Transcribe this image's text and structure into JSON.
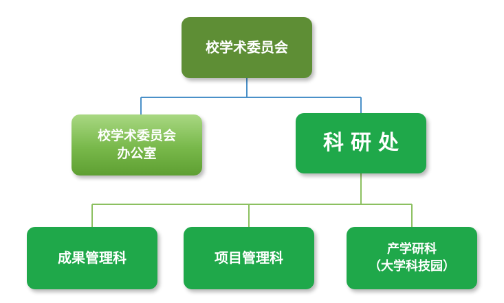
{
  "nodes": {
    "root": {
      "lines": [
        "校学术委员会"
      ]
    },
    "office": {
      "lines": [
        "校学术委员会",
        "办公室"
      ]
    },
    "research": {
      "lines": [
        "科研处"
      ]
    },
    "achievement": {
      "lines": [
        "成果管理科"
      ]
    },
    "project": {
      "lines": [
        "项目管理科"
      ]
    },
    "industry": {
      "lines": [
        "产学研科",
        "（大学科技园）"
      ]
    }
  },
  "colors": {
    "root_fill": "#5e8e35",
    "office_fill": "#78b84a",
    "dept_fill": "#1fa84a",
    "upper_connector": "#4a90c8",
    "lower_connector": "#8cc060",
    "text": "#ffffff"
  }
}
